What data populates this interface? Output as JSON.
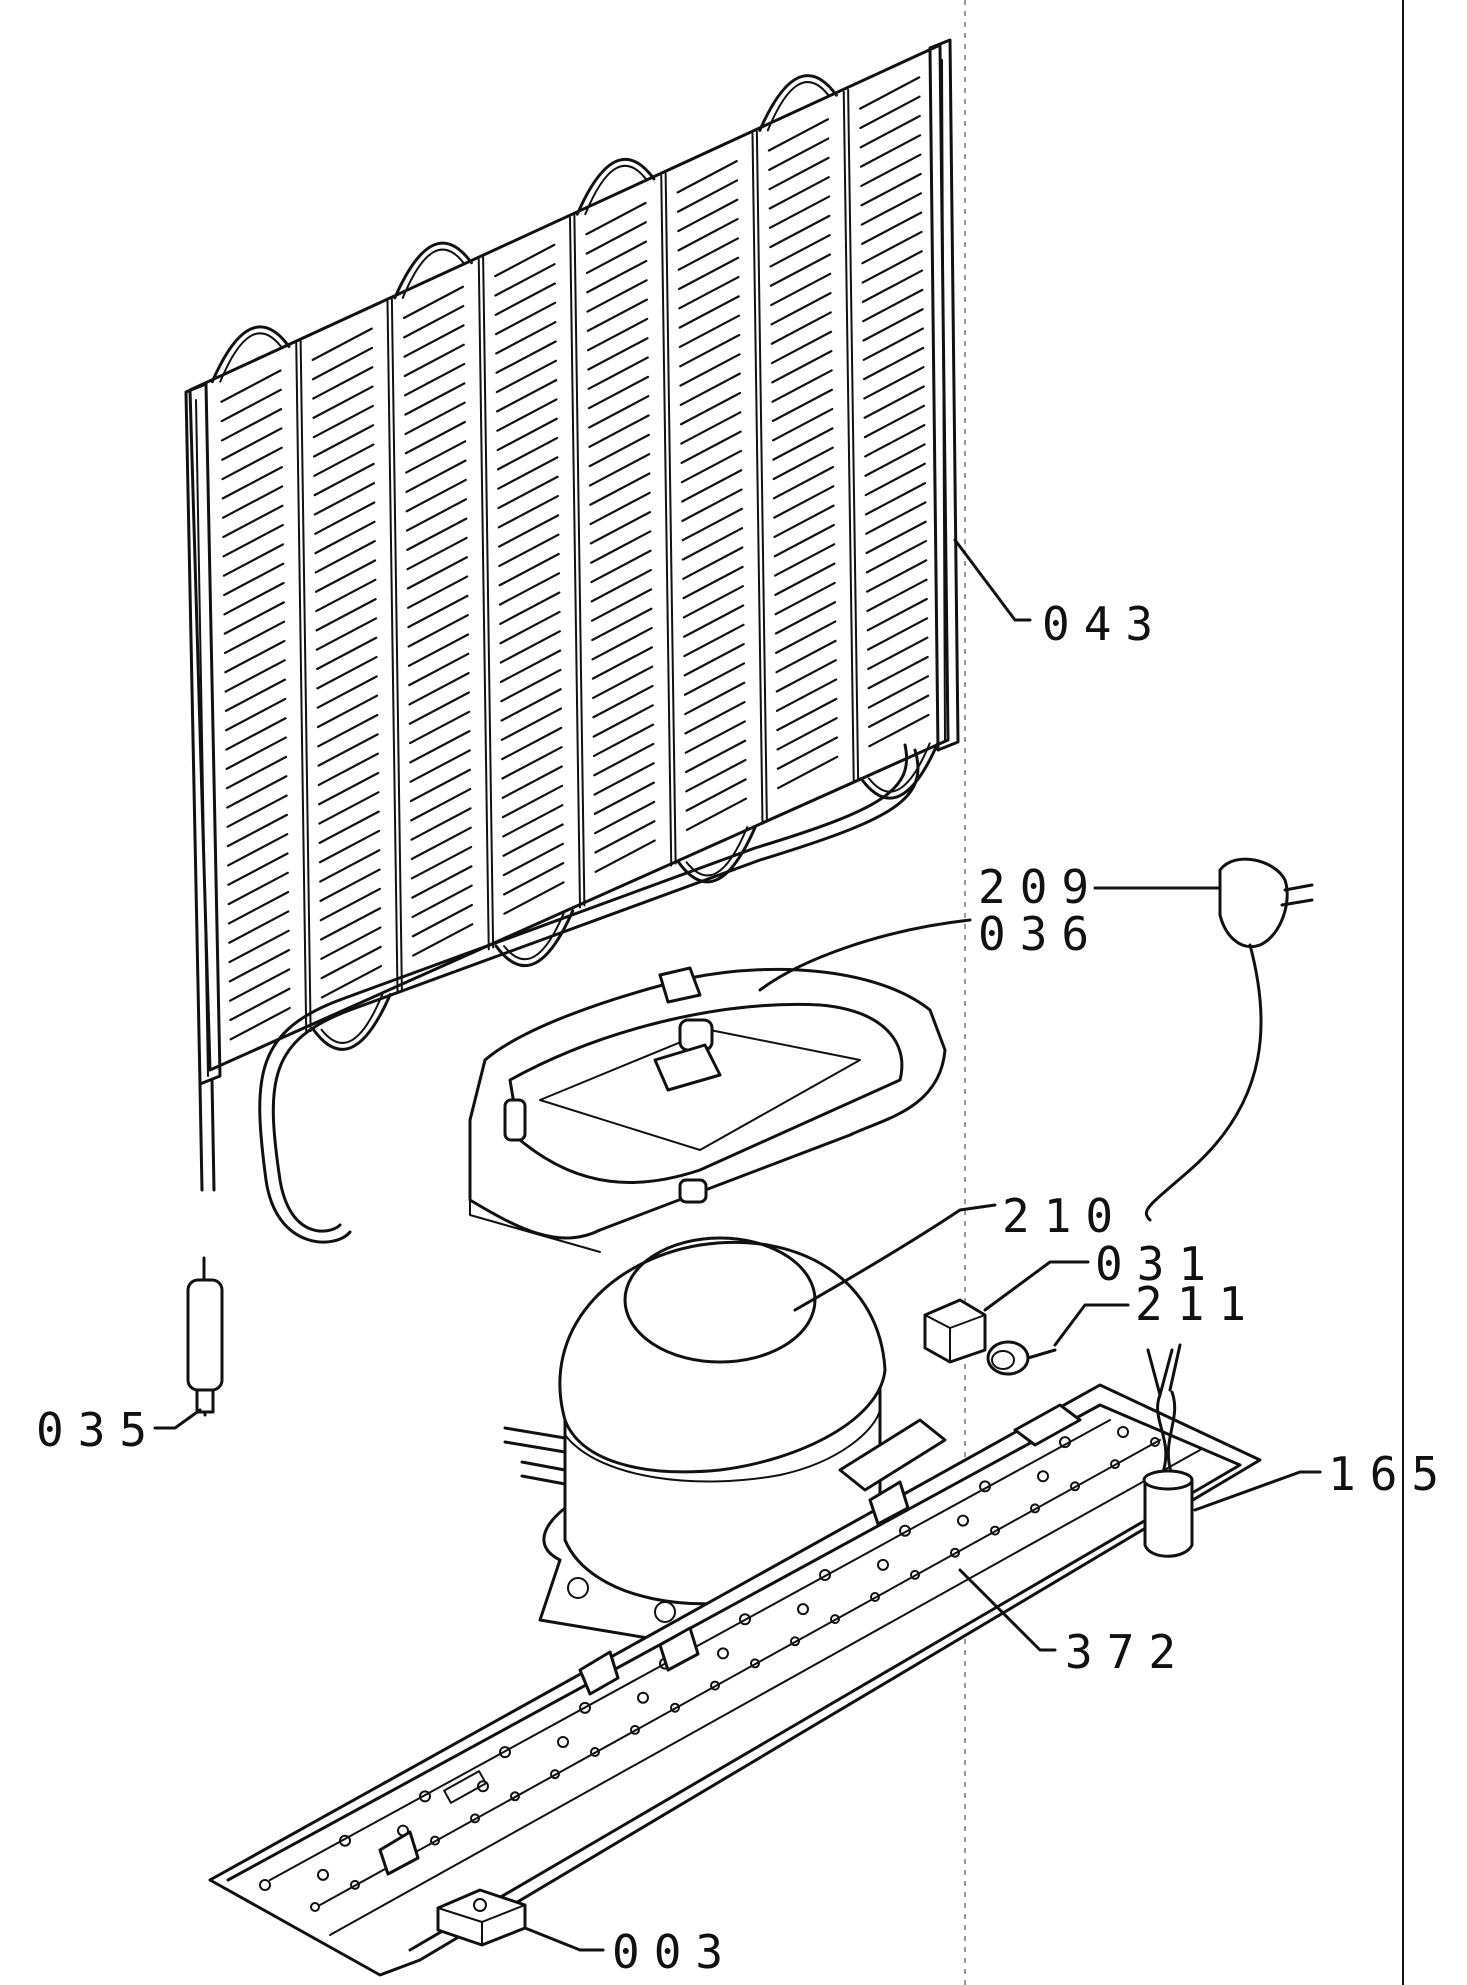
{
  "labels": {
    "p043": "043",
    "p209": "209",
    "p036": "036",
    "p210": "210",
    "p031": "031",
    "p211": "211",
    "p035": "035",
    "p165": "165",
    "p372": "372",
    "p003": "003"
  }
}
